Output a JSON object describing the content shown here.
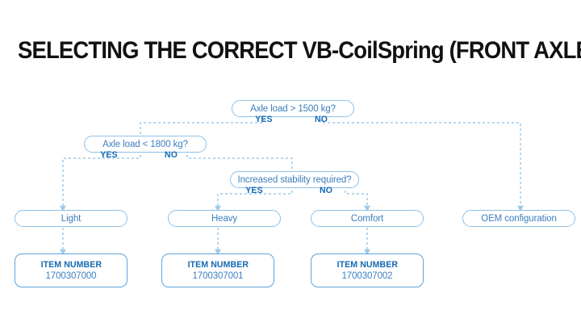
{
  "page": {
    "title": "SELECTING THE CORRECT VB-CoilSpring (FRONT AXLE)",
    "background": "#ffffff"
  },
  "colors": {
    "title": "#111111",
    "node_text": "#3d7ebd",
    "node_border": "#8fc0e6",
    "branch_label": "#1668b3",
    "item_border": "#5ea3dd",
    "item_label": "#1668b3",
    "connector": "#9ecaea"
  },
  "flow": {
    "decisions": [
      {
        "id": "axle-load-1500",
        "question": "Axle load > 1500 kg?",
        "yes_label": "YES",
        "no_label": "NO"
      },
      {
        "id": "axle-load-1800",
        "question": "Axle load < 1800 kg?",
        "yes_label": "YES",
        "no_label": "NO"
      },
      {
        "id": "increased-stability",
        "question": "Increased stability required?",
        "yes_label": "YES",
        "no_label": "NO"
      }
    ],
    "outcomes": [
      {
        "id": "light",
        "label": "Light"
      },
      {
        "id": "heavy",
        "label": "Heavy"
      },
      {
        "id": "comfort",
        "label": "Comfort"
      },
      {
        "id": "oem",
        "label": "OEM configuration"
      }
    ],
    "items": [
      {
        "id": "item-light",
        "label": "ITEM NUMBER",
        "value": "1700307000"
      },
      {
        "id": "item-heavy",
        "label": "ITEM NUMBER",
        "value": "1700307001"
      },
      {
        "id": "item-comfort",
        "label": "ITEM NUMBER",
        "value": "1700307002"
      }
    ]
  }
}
